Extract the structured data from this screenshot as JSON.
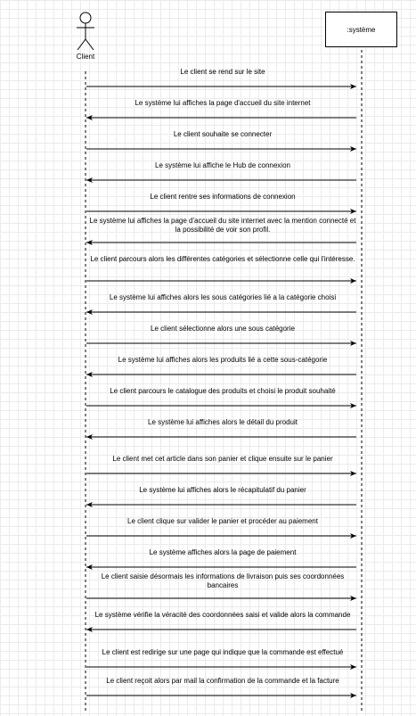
{
  "actor": {
    "name": "Client"
  },
  "system": {
    "name": ":système"
  },
  "messages": [
    {
      "text": "Le client se rend sur le site",
      "direction": "to-system"
    },
    {
      "text": "Le système lui affiches la page d'accueil du site internet",
      "direction": "to-client"
    },
    {
      "text": "Le client souhaite se connecter",
      "direction": "to-system"
    },
    {
      "text": "Le système lui affiche le Hub de connexion",
      "direction": "to-client"
    },
    {
      "text": "Le client rentre ses informations de connexion",
      "direction": "to-system"
    },
    {
      "text": "Le système lui affiches la page d'accueil du site internet avec la mention connecté et la possibilité de voir son profil.",
      "direction": "to-client"
    },
    {
      "text": "Le client parcours alors les différentes catégories et sélectionne celle qui l'intéresse.",
      "direction": "to-system"
    },
    {
      "text": "Le système lui affiches alors les sous catégories lié a la catégorie choisi",
      "direction": "to-client"
    },
    {
      "text": "Le client sélectionne alors une sous catégorie",
      "direction": "to-system"
    },
    {
      "text": "Le système lui affiches alors les produits lié a cette sous-catégorie",
      "direction": "to-client"
    },
    {
      "text": "Le client parcours le catalogue des produits et choisi le produit souhaité",
      "direction": "to-system"
    },
    {
      "text": "Le système lui affiches alors le détail du produit",
      "direction": "to-client"
    },
    {
      "text": "Le client met cet article dans son panier et clique ensuite sur le panier",
      "direction": "to-system"
    },
    {
      "text": "Le système lui affiches alors le récapitulatif du panier",
      "direction": "to-client"
    },
    {
      "text": "Le client clique sur valider le panier et procéder au paiement",
      "direction": "to-system"
    },
    {
      "text": "Le système affiches alors la page de paiement",
      "direction": "to-client"
    },
    {
      "text": "Le client saisie désormais les informations de livraison puis ses coordonnées bancaires",
      "direction": "to-system"
    },
    {
      "text": "Le système vérifie la véracité des coordonnées saisi et valide alors la commande",
      "direction": "to-client"
    },
    {
      "text": "Le client est redirige sur une page qui indique que la commande est effectué",
      "direction": "to-system"
    },
    {
      "text": "Le client reçoit alors par mail la confirmation de la commande et la facture",
      "direction": "to-system"
    }
  ]
}
